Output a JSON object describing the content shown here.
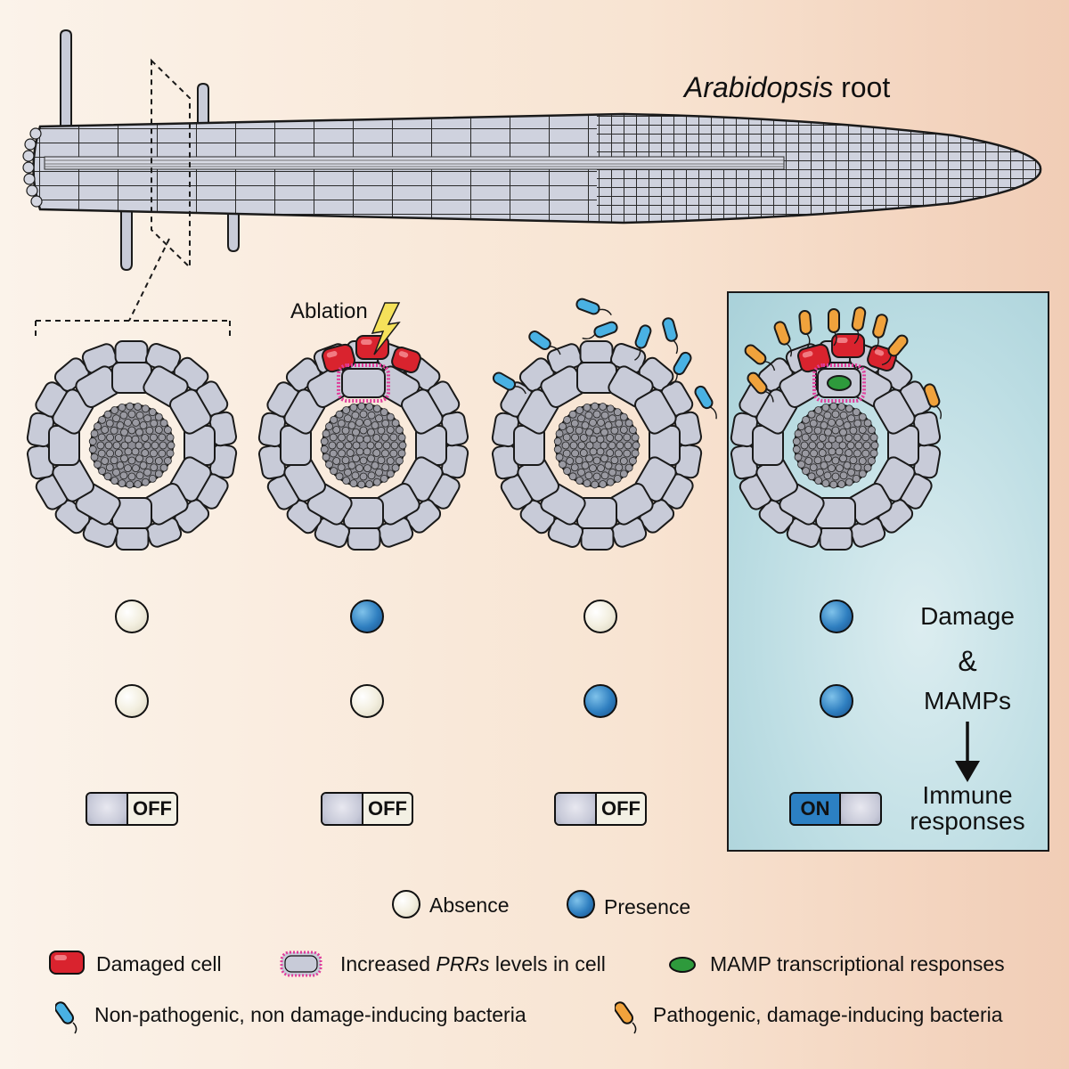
{
  "title": {
    "italic": "Arabidopsis",
    "rest": " root"
  },
  "ablation_label": "Ablation",
  "rows": {
    "scenario_1": {
      "damage": "absence",
      "mamps": "absence",
      "switch": "OFF"
    },
    "scenario_2": {
      "damage": "presence",
      "mamps": "absence",
      "switch": "OFF"
    },
    "scenario_3": {
      "damage": "absence",
      "mamps": "presence",
      "switch": "OFF"
    },
    "scenario_4": {
      "damage": "presence",
      "mamps": "presence",
      "switch": "ON"
    }
  },
  "switch_labels": {
    "off": "OFF",
    "on": "ON"
  },
  "panel_text": {
    "damage": "Damage",
    "amp": "&",
    "mamps": "MAMPs",
    "immune1": "Immune",
    "immune2": "responses"
  },
  "legend": {
    "absence": "Absence",
    "presence": "Presence",
    "damaged_cell": "Damaged cell",
    "prr_pre": "Increased ",
    "prr_italic": "PRRs",
    "prr_post": " levels in cell",
    "mamp_resp": "MAMP transcriptional responses",
    "nonpath": "Non-pathogenic, non damage-inducing bacteria",
    "path": "Pathogenic, damage-inducing bacteria"
  },
  "colors": {
    "cell_fill": "#c8cbd8",
    "damaged": "#d9232e",
    "prr": "#e03c9a",
    "mamp_green": "#2e9a3c",
    "bacteria_blue": "#49b1e3",
    "bacteria_orange": "#f0a23c",
    "presence": "#2f7fc0",
    "panel": "#bcdde3"
  }
}
